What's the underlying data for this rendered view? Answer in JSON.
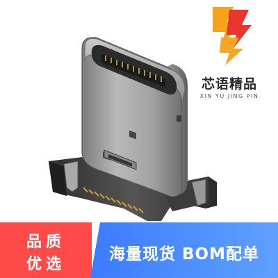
{
  "brand": {
    "name": "芯语精品",
    "pinyin": "XIN YU JING PIN",
    "logo_colors": [
      "#f7a21b",
      "#e8352e"
    ]
  },
  "product": {
    "image": "usb-type-c-connector-3d-render"
  },
  "badge": {
    "line1": "品质",
    "line2": "优选",
    "color": "#ff4a4a"
  },
  "banner": {
    "text": "海量现货 BOM配单",
    "color_left": "#3b7bff",
    "color_right": "#5fa0ff"
  }
}
